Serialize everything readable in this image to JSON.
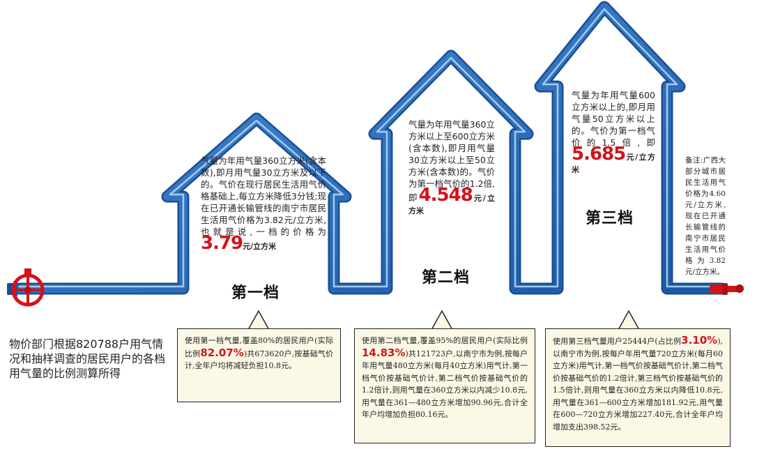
{
  "tiers": [
    {
      "title": "第一档",
      "desc": "气量为年用气量360立方米(含本数),即月用气量30立方米及以下的。气价在现行居民生活用气价格基础上,每立方米降低3分钱;现在已开通长输管线的南宁市居民生活用气价格为3.82元/立方米,也就是说,一档的价格为",
      "price": "3.79",
      "unit": "元/立方米",
      "box_pre": "使用第一档气量,覆盖80%的居民用户(实际比例",
      "box_pct": "82.07%",
      "box_post": ")共673620户,按基础气价计,全年户均将减轻负担10.8元。"
    },
    {
      "title": "第二档",
      "desc": "气量为年用气量360立方米以上至600立方米(含本数),即月用气量30立方米以上至50立方米(含本数)的。气价为第一档气价的1.2倍,即",
      "price": "4.548",
      "unit": "元/立方米",
      "box_pre": "使用第二档气量,覆盖95%的居民用户(实际比例",
      "box_pct": "14.83%",
      "box_post": ")共121723户,以南宁市为例,按每户年用气量480立方米(每月40立方米)用气计,第一档气价按基础气价计,第二档气价按基础气价的1.2倍计,则用气量在360立方米以内减少10.8元,用气量在361—480立方米增加90.96元,合计全年户均增加负担80.16元。"
    },
    {
      "title": "第三档",
      "desc": "气量为年用气量600立方米以上的,即月用气量50立方米以上的。气价为第一档气价的1.5倍,即",
      "price": "5.685",
      "unit": "元/立方米",
      "box_pre": "使用第三档气量用户25444户(占比例",
      "box_pct": "3.10%",
      "box_post": "),以南宁市为例,按每户年用气量720立方米(每月60立方米)用气计,第一档气价按基础气价计,第二档气价按基础气价的1.2倍计,第三档气价按基础气价的1.5倍计,则用气量在360立方米以内降低10.8元,用气量在361—600立方米增加181.92元,用气量在600—720立方米增加227.40元,合计全年户均增加支出398.52元。"
    }
  ],
  "intro": "物价部门根据820788户用气情况和抽样调查的居民用户的各档用气量的比例测算所得",
  "note": "备注:广西大部分城市居民生活用气价格为4.60元/立方米,现在已开通长输管线的南宁市居民生活用气价格为3.82元/立方米。",
  "colors": {
    "pipe": "#1f66b8",
    "pipe_light": "#8fc4ee",
    "valve": "#d3131a",
    "highlight": "#d3131a",
    "box_bg": "#fbf8e6"
  },
  "icons": [
    "valve-wheel-icon",
    "pipe-end-icon"
  ]
}
